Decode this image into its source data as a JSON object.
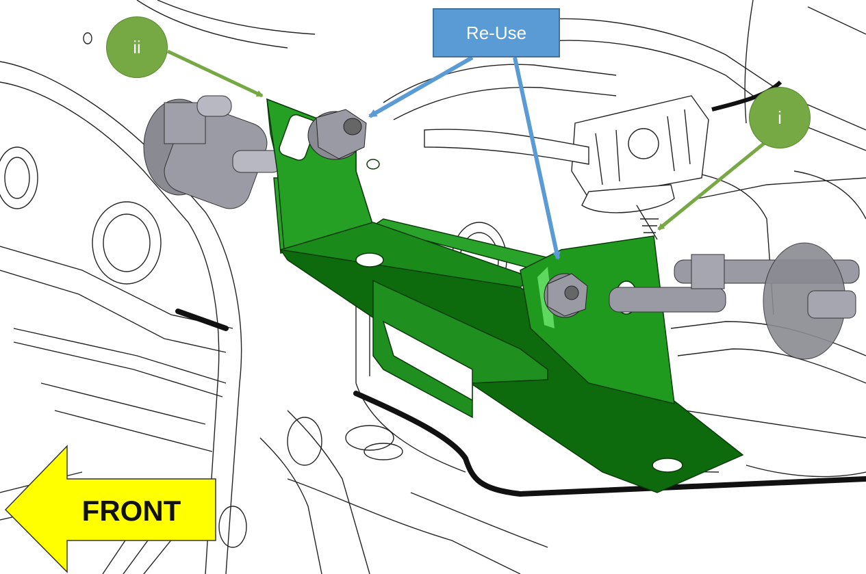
{
  "callouts": {
    "reuse": "Re-Use",
    "label_i": "i",
    "label_ii": "ii"
  },
  "direction": {
    "label": "FRONT"
  },
  "colors": {
    "bracket": "#1f9a1f",
    "bracket_dark": "#0d5a0d",
    "callout_green": "#76a844",
    "callout_blue": "#5b9bd5",
    "arrow_yellow": "#ffff00",
    "hardware_gray": "#8a8a92"
  },
  "icons": [
    "front-direction-arrow-icon",
    "leader-arrow-icon",
    "hex-nut-icon",
    "stud-bolt-icon"
  ]
}
